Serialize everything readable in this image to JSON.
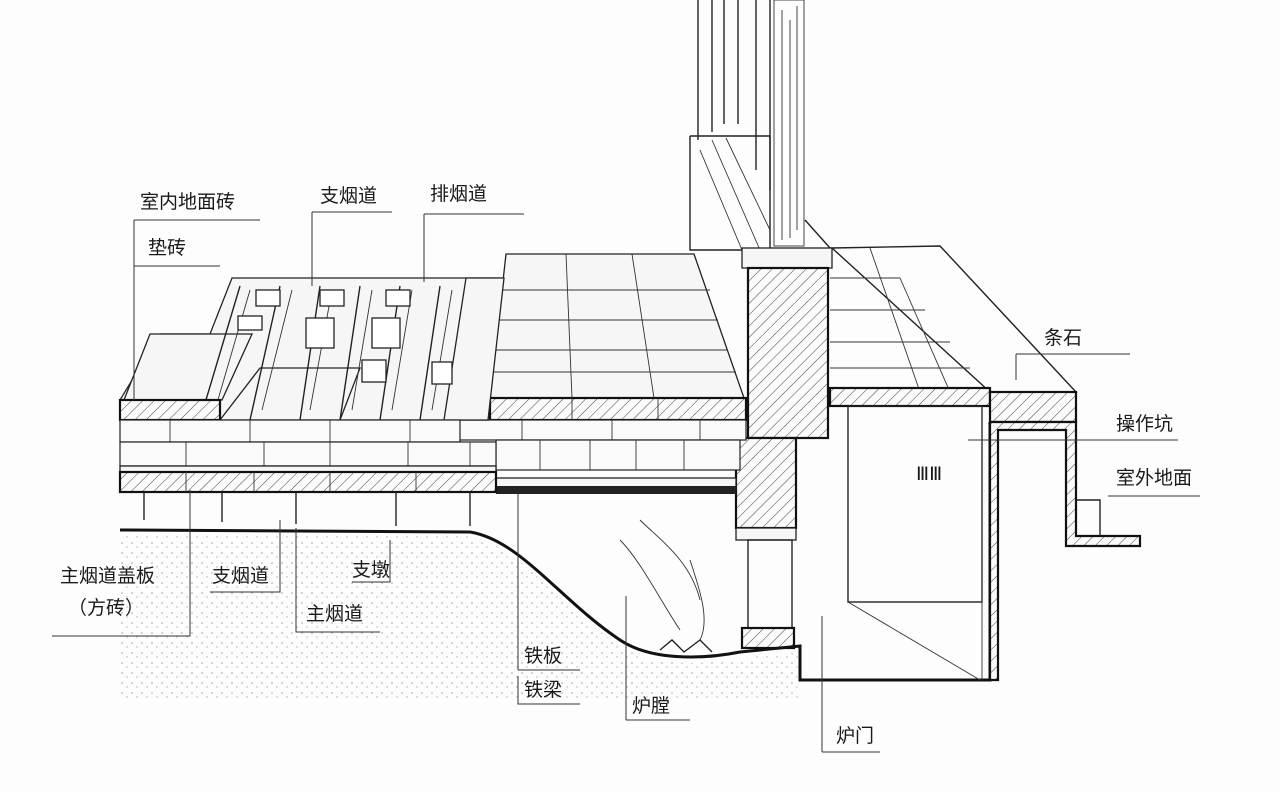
{
  "labels": {
    "indoor_floor_brick": "室内地面砖",
    "pad_brick": "垫砖",
    "branch_flue_top": "支烟道",
    "smoke_exhaust": "排烟道",
    "strip_stone": "条石",
    "operation_pit": "操作坑",
    "outdoor_ground": "室外地面",
    "main_flue_cover": "主烟道盖板",
    "main_flue_cover_note": "（方砖）",
    "branch_flue_bottom": "支烟道",
    "support_pier": "支墩",
    "main_flue": "主烟道",
    "iron_plate": "铁板",
    "iron_beam": "铁梁",
    "furnace_wall": "炉膛",
    "furnace_door": "炉门"
  }
}
